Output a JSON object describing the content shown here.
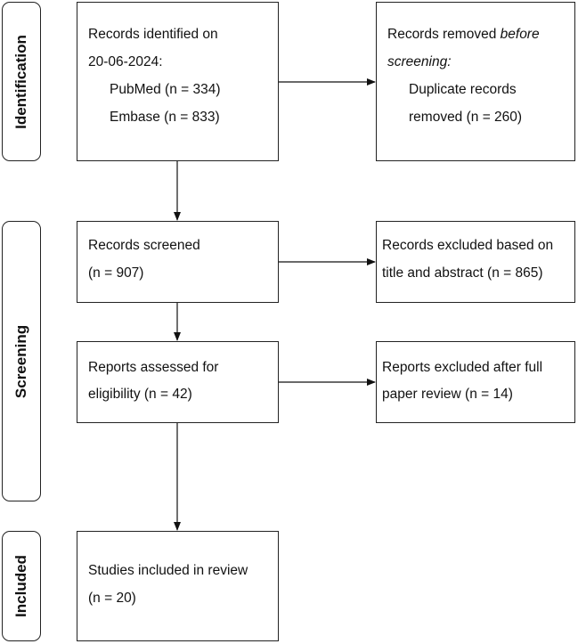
{
  "stages": {
    "identification": "Identification",
    "screening": "Screening",
    "included": "Included"
  },
  "boxes": {
    "identified": {
      "line1": "Records identified on",
      "line2": "20-06-2024:",
      "line3": "PubMed (n = 334)",
      "line4": "Embase (n = 833)"
    },
    "removed": {
      "line1_a": "Records removed ",
      "line1_b": "before",
      "line2": "screening:",
      "line3": "Duplicate records",
      "line4": "removed (n = 260)"
    },
    "screened": {
      "line1": "Records screened",
      "line2": "(n = 907)"
    },
    "excluded_title": {
      "line1": "Records excluded based on",
      "line2": "title and abstract (n = 865)"
    },
    "assessed": {
      "line1": "Reports assessed for",
      "line2": "eligibility (n = 42)"
    },
    "excluded_full": {
      "line1": "Reports excluded after full",
      "line2": "paper review (n = 14)"
    },
    "included": {
      "line1": "Studies included in review",
      "line2": "(n = 20)"
    }
  }
}
